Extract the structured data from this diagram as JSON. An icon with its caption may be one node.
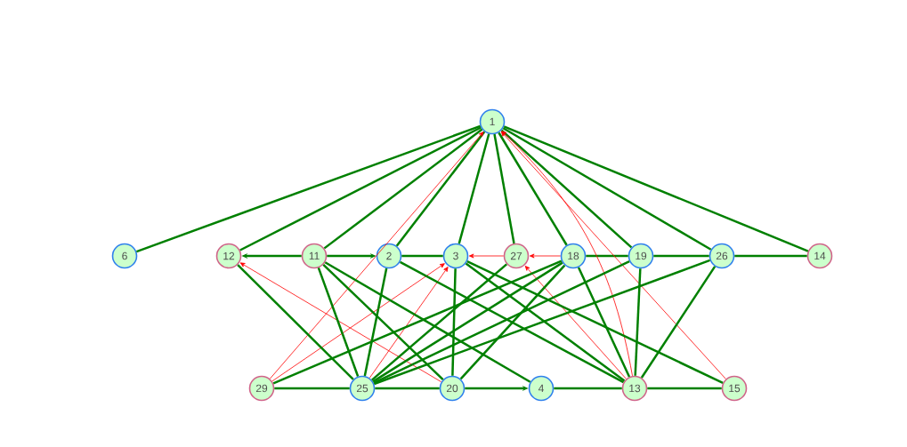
{
  "diagram": {
    "nodes": [
      {
        "text": [
          "1"
        ]
      },
      {
        "text": [
          "6"
        ]
      },
      {
        "text": [
          "12"
        ]
      },
      {
        "text": [
          "11"
        ]
      },
      {
        "text": [
          "2"
        ]
      },
      {
        "text": [
          "3"
        ]
      },
      {
        "text": [
          "27"
        ]
      },
      {
        "text": [
          "18"
        ]
      },
      {
        "text": [
          "19"
        ]
      },
      {
        "text": [
          "26"
        ]
      },
      {
        "text": [
          "14"
        ]
      },
      {
        "text": [
          "29"
        ]
      },
      {
        "text": [
          "25"
        ]
      },
      {
        "text": [
          "20"
        ]
      },
      {
        "text": [
          "4"
        ]
      },
      {
        "text": [
          "13"
        ]
      },
      {
        "text": [
          "15"
        ]
      }
    ],
    "edges": [
      {
        "from": 0,
        "to": 1,
        "arrow": "none"
      },
      {
        "from": 0,
        "to": 2,
        "arrow": "none"
      },
      {
        "from": 0,
        "to": 3,
        "arrow": "none"
      },
      {
        "from": 0,
        "to": 4,
        "arrow": "none"
      },
      {
        "from": 0,
        "to": 5,
        "arrow": "none"
      },
      {
        "from": 0,
        "to": 6,
        "arrow": "none"
      },
      {
        "from": 0,
        "to": 7,
        "arrow": "none"
      },
      {
        "from": 0,
        "to": 8,
        "arrow": "none"
      },
      {
        "from": 0,
        "to": 9,
        "arrow": "none"
      },
      {
        "from": 0,
        "to": 10,
        "arrow": "none"
      },
      {
        "from": 3,
        "to": 2,
        "arrow": "to"
      },
      {
        "from": 3,
        "to": 4,
        "arrow": "to"
      },
      {
        "from": 4,
        "to": 5,
        "arrow": "none"
      },
      {
        "from": 6,
        "to": 5,
        "arrow": "to",
        "color": "#ff0000"
      },
      {
        "from": 7,
        "to": 6,
        "arrow": "to",
        "color": "#ff0000"
      },
      {
        "from": 7,
        "to": 8,
        "arrow": "none"
      },
      {
        "from": 8,
        "to": 9,
        "arrow": "none"
      },
      {
        "from": 9,
        "to": 10,
        "arrow": "none"
      },
      {
        "from": 11,
        "to": 12,
        "arrow": "none"
      },
      {
        "from": 12,
        "to": 13,
        "arrow": "none"
      },
      {
        "from": 13,
        "to": 14,
        "arrow": "to"
      },
      {
        "from": 14,
        "to": 15,
        "arrow": "none"
      },
      {
        "from": 15,
        "to": 16,
        "arrow": "none"
      },
      {
        "from": 11,
        "to": 0,
        "arrow": "to",
        "color": "#ff0000"
      },
      {
        "from": 11,
        "to": 5,
        "arrow": "to",
        "color": "#ff0000"
      },
      {
        "from": 12,
        "to": 5,
        "arrow": "to",
        "color": "#ff0000"
      },
      {
        "from": 13,
        "to": 2,
        "arrow": "to",
        "color": "#ff0000"
      },
      {
        "from": 15,
        "to": 6,
        "arrow": "to",
        "color": "#ff0000"
      },
      {
        "from": 15,
        "to": 0,
        "arrow": "to",
        "color": "#ff0000"
      },
      {
        "from": 16,
        "to": 0,
        "arrow": "to",
        "color": "#ff0000"
      },
      {
        "from": 2,
        "to": 12,
        "arrow": "none"
      },
      {
        "from": 3,
        "to": 12,
        "arrow": "none"
      },
      {
        "from": 3,
        "to": 13,
        "arrow": "none"
      },
      {
        "from": 3,
        "to": 14,
        "arrow": "none"
      },
      {
        "from": 4,
        "to": 12,
        "arrow": "none"
      },
      {
        "from": 4,
        "to": 15,
        "arrow": "none"
      },
      {
        "from": 5,
        "to": 13,
        "arrow": "none"
      },
      {
        "from": 5,
        "to": 15,
        "arrow": "none"
      },
      {
        "from": 5,
        "to": 16,
        "arrow": "none"
      },
      {
        "from": 11,
        "to": 7,
        "arrow": "none"
      },
      {
        "from": 12,
        "to": 6,
        "arrow": "none"
      },
      {
        "from": 12,
        "to": 7,
        "arrow": "none"
      },
      {
        "from": 12,
        "to": 8,
        "arrow": "none"
      },
      {
        "from": 12,
        "to": 9,
        "arrow": "none"
      },
      {
        "from": 13,
        "to": 7,
        "arrow": "none"
      },
      {
        "from": 7,
        "to": 15,
        "arrow": "none"
      },
      {
        "from": 8,
        "to": 15,
        "arrow": "none"
      },
      {
        "from": 9,
        "to": 15,
        "arrow": "none"
      }
    ]
  }
}
